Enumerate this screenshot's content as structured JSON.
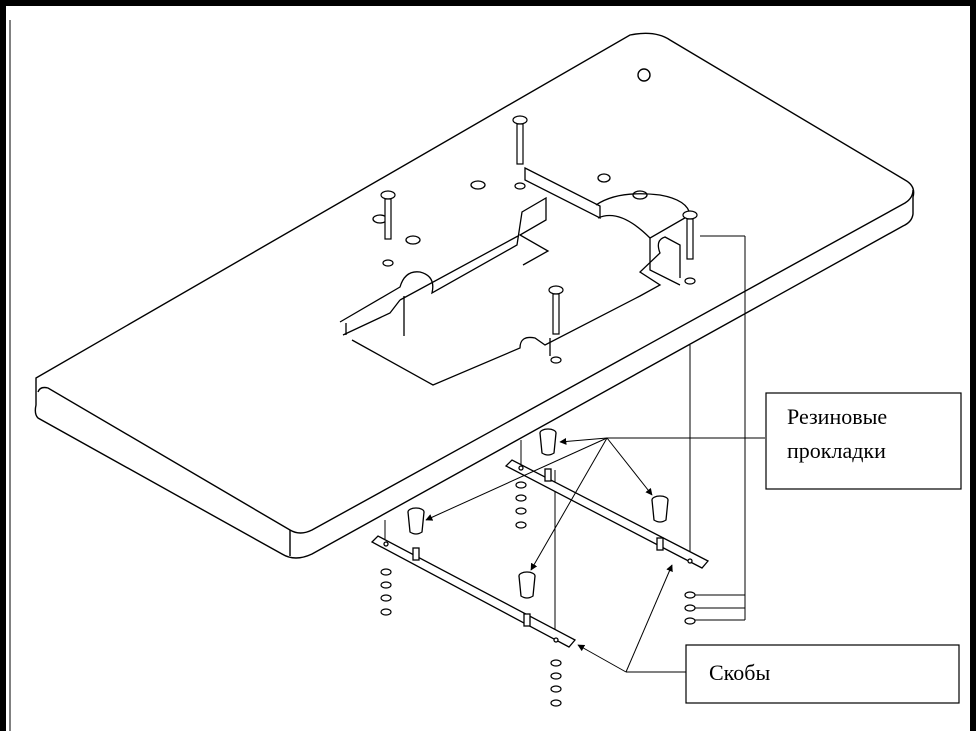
{
  "callouts": {
    "rubber_pads": [
      "Резиновые",
      "прокладки"
    ],
    "brackets": "Скобы"
  }
}
